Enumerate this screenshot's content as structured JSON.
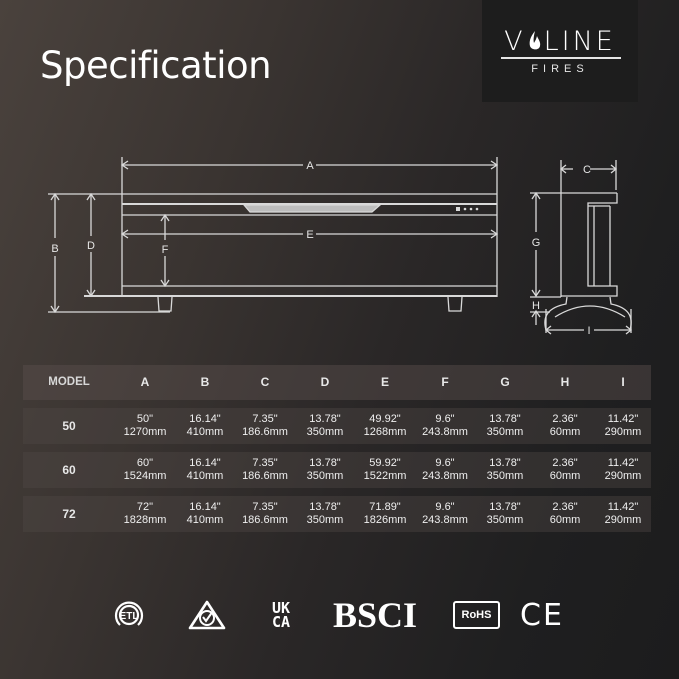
{
  "header": {
    "title": "Specification",
    "logo": {
      "brand": "VOLINE",
      "sub": "FIRES"
    }
  },
  "diagram": {
    "front_labels": [
      "A",
      "B",
      "D",
      "E",
      "F"
    ],
    "side_labels": [
      "C",
      "G",
      "H",
      "I"
    ]
  },
  "table": {
    "headers": [
      "MODEL",
      "A",
      "B",
      "C",
      "D",
      "E",
      "F",
      "G",
      "H",
      "I"
    ],
    "rows": [
      {
        "model": "50",
        "cells": [
          [
            "50\"",
            "1270mm"
          ],
          [
            "16.14\"",
            "410mm"
          ],
          [
            "7.35\"",
            "186.6mm"
          ],
          [
            "13.78\"",
            "350mm"
          ],
          [
            "49.92\"",
            "1268mm"
          ],
          [
            "9.6\"",
            "243.8mm"
          ],
          [
            "13.78\"",
            "350mm"
          ],
          [
            "2.36\"",
            "60mm"
          ],
          [
            "11.42\"",
            "290mm"
          ]
        ]
      },
      {
        "model": "60",
        "cells": [
          [
            "60\"",
            "1524mm"
          ],
          [
            "16.14\"",
            "410mm"
          ],
          [
            "7.35\"",
            "186.6mm"
          ],
          [
            "13.78\"",
            "350mm"
          ],
          [
            "59.92\"",
            "1522mm"
          ],
          [
            "9.6\"",
            "243.8mm"
          ],
          [
            "13.78\"",
            "350mm"
          ],
          [
            "2.36\"",
            "60mm"
          ],
          [
            "11.42\"",
            "290mm"
          ]
        ]
      },
      {
        "model": "72",
        "cells": [
          [
            "72\"",
            "1828mm"
          ],
          [
            "16.14\"",
            "410mm"
          ],
          [
            "7.35\"",
            "186.6mm"
          ],
          [
            "13.78\"",
            "350mm"
          ],
          [
            "71.89\"",
            "1826mm"
          ],
          [
            "9.6\"",
            "243.8mm"
          ],
          [
            "13.78\"",
            "350mm"
          ],
          [
            "2.36\"",
            "60mm"
          ],
          [
            "11.42\"",
            "290mm"
          ]
        ]
      }
    ]
  },
  "certifications": {
    "etl": "ETL",
    "rcm": "RCM",
    "ukca_top": "UK",
    "ukca_bottom": "CA",
    "bsci": "BSCI",
    "rohs": "RoHS",
    "ce": "CE"
  }
}
